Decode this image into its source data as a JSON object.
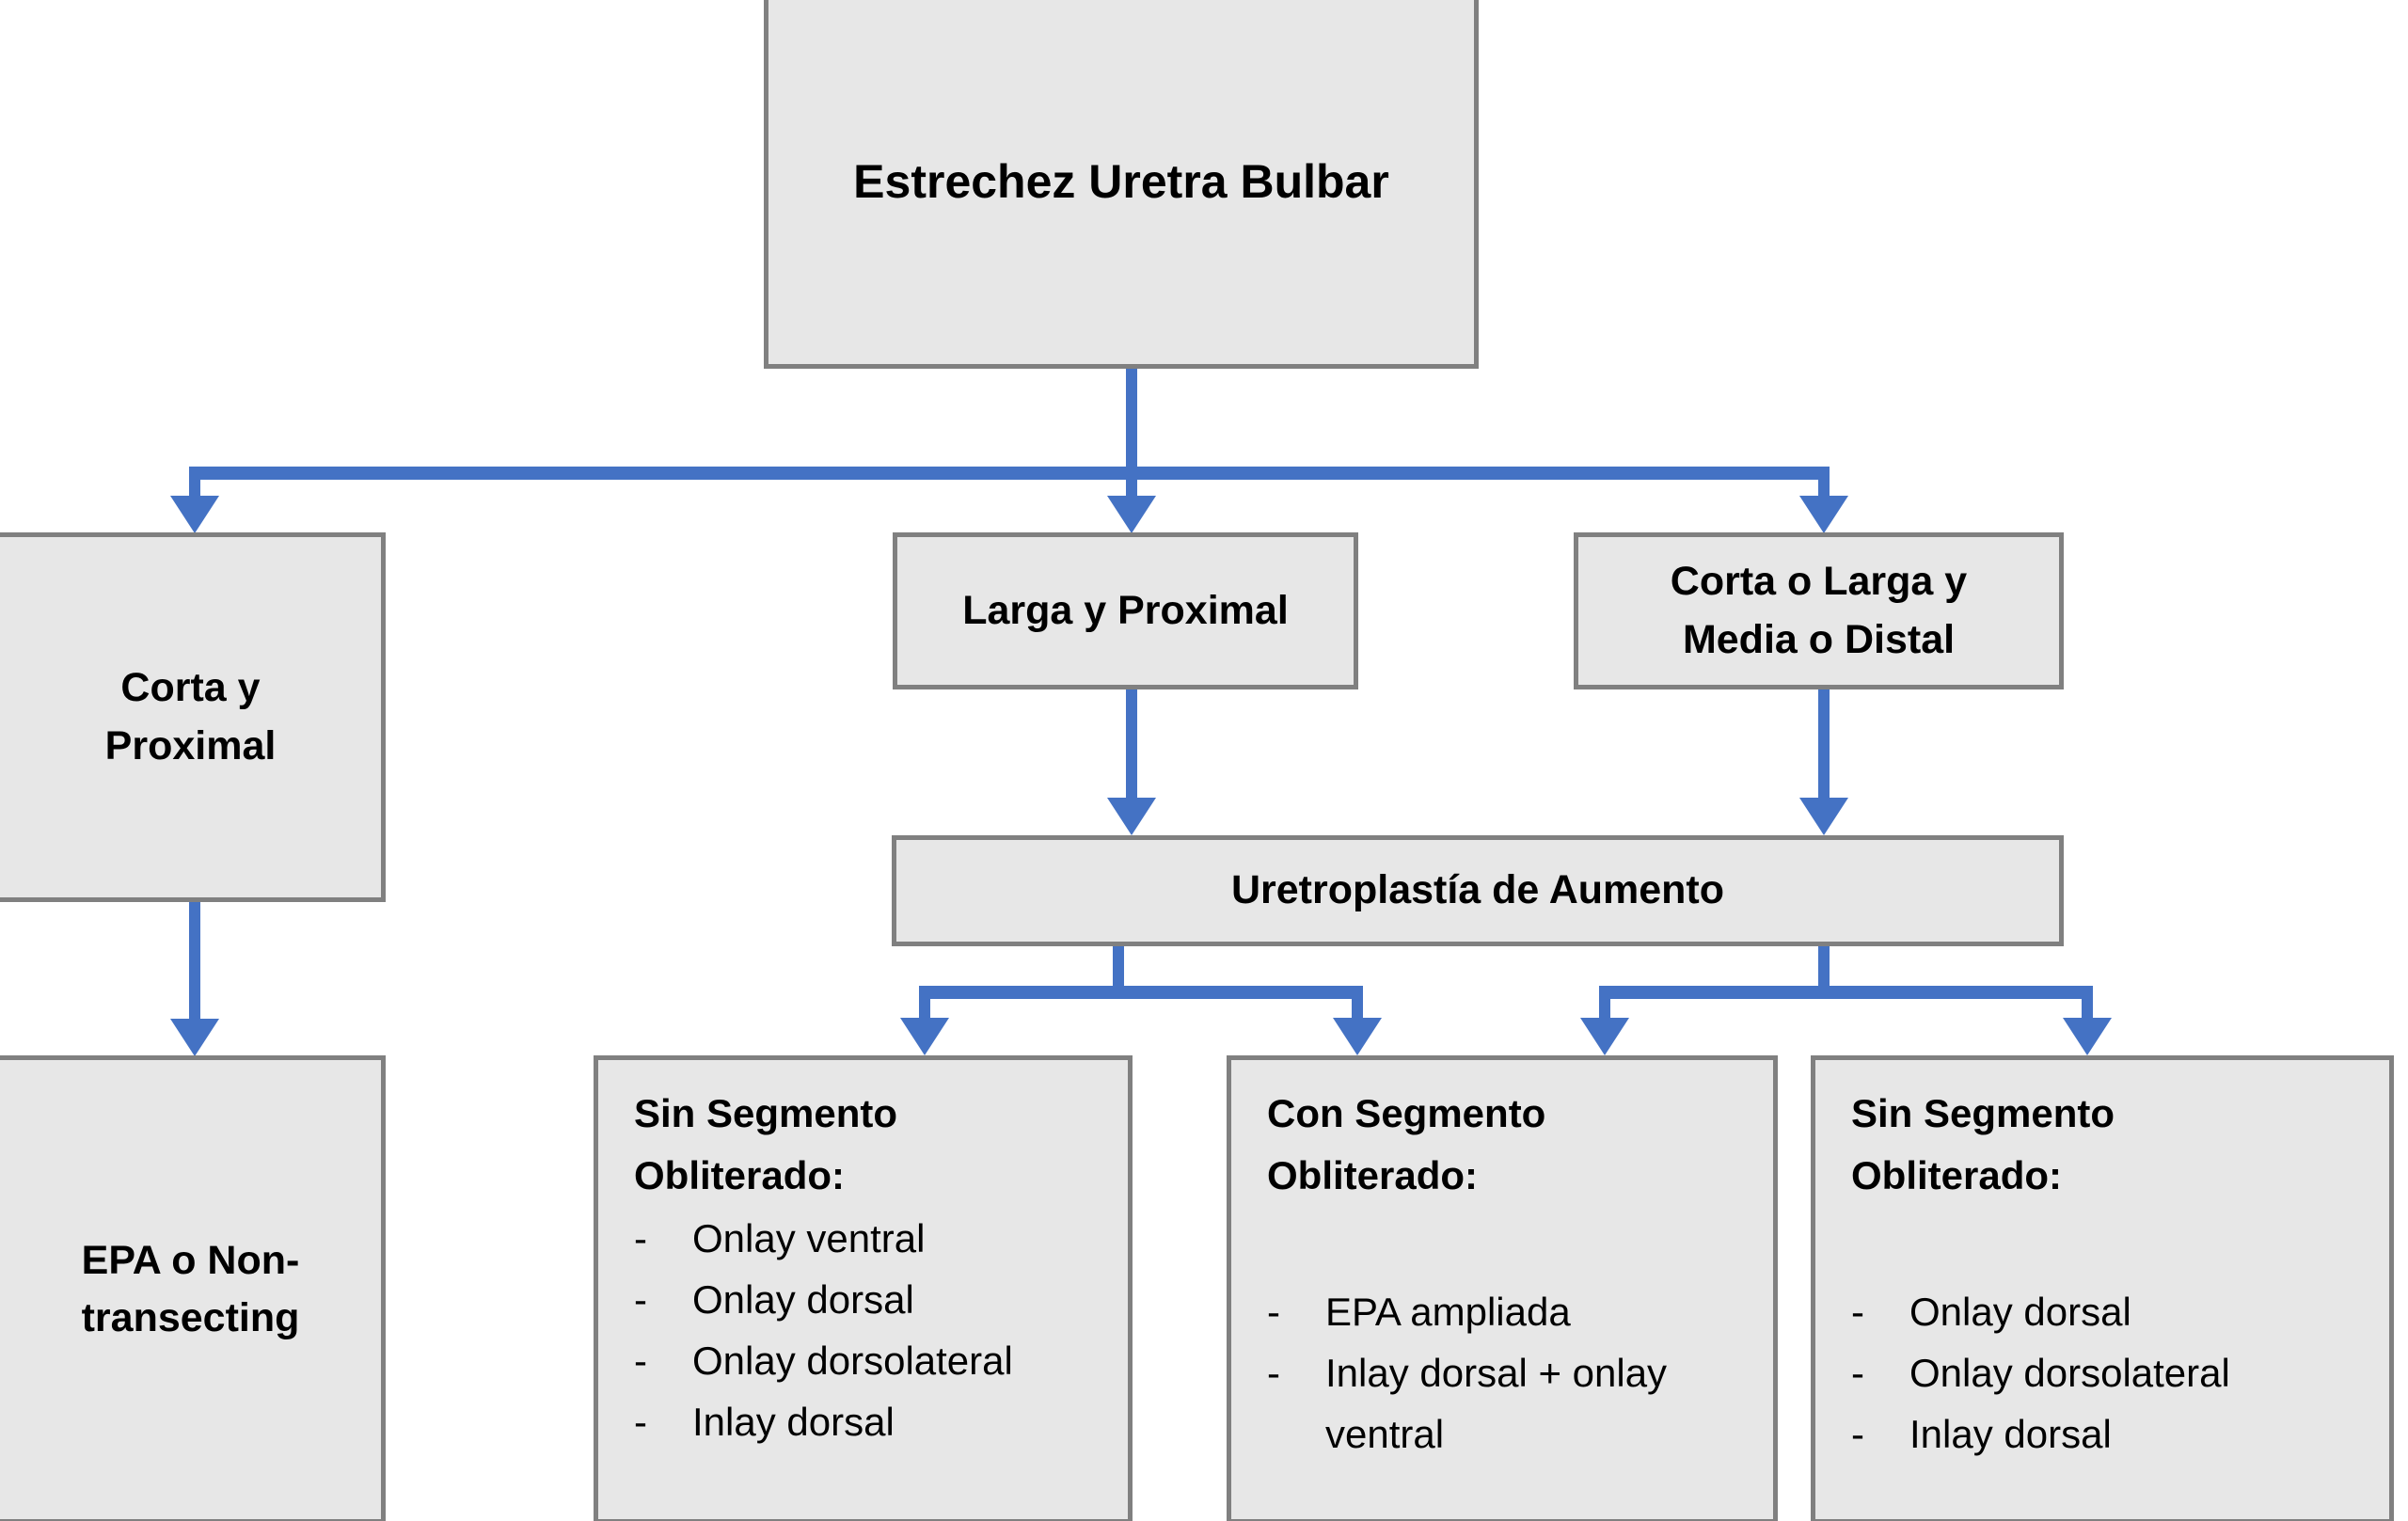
{
  "diagram": {
    "title": "Estrechez Uretra Bulbar",
    "accent_color": "#4472C4",
    "box_fill": "#E7E7E7",
    "box_border": "#808080",
    "nodes": {
      "root": {
        "label": "Estrechez Uretra Bulbar"
      },
      "corta_proximal": {
        "line1": "Corta y",
        "line2": "Proximal"
      },
      "larga_proximal": {
        "label": "Larga y Proximal"
      },
      "corta_larga": {
        "line1": "Corta o Larga y",
        "line2": "Media o Distal"
      },
      "uretroplastia": {
        "label": "Uretroplastía de Aumento"
      },
      "epa_non_transecting": {
        "line1": "EPA o Non-",
        "line2": "transecting"
      },
      "sin_segmento_a": {
        "head_line1": "Sin Segmento",
        "head_line2": "Obliterado:",
        "bullet": "-",
        "items": [
          "Onlay ventral",
          "Onlay dorsal",
          "Onlay dorsolateral",
          "Inlay dorsal"
        ]
      },
      "con_segmento": {
        "head_line1": "Con Segmento",
        "head_line2": "Obliterado:",
        "bullet": "-",
        "items": [
          "EPA ampliada",
          "Inlay dorsal + onlay ventral"
        ]
      },
      "sin_segmento_b": {
        "head_line1": "Sin Segmento",
        "head_line2": "Obliterado:",
        "bullet": "-",
        "items": [
          "Onlay dorsal",
          "Onlay dorsolateral",
          "Inlay dorsal"
        ]
      }
    }
  }
}
